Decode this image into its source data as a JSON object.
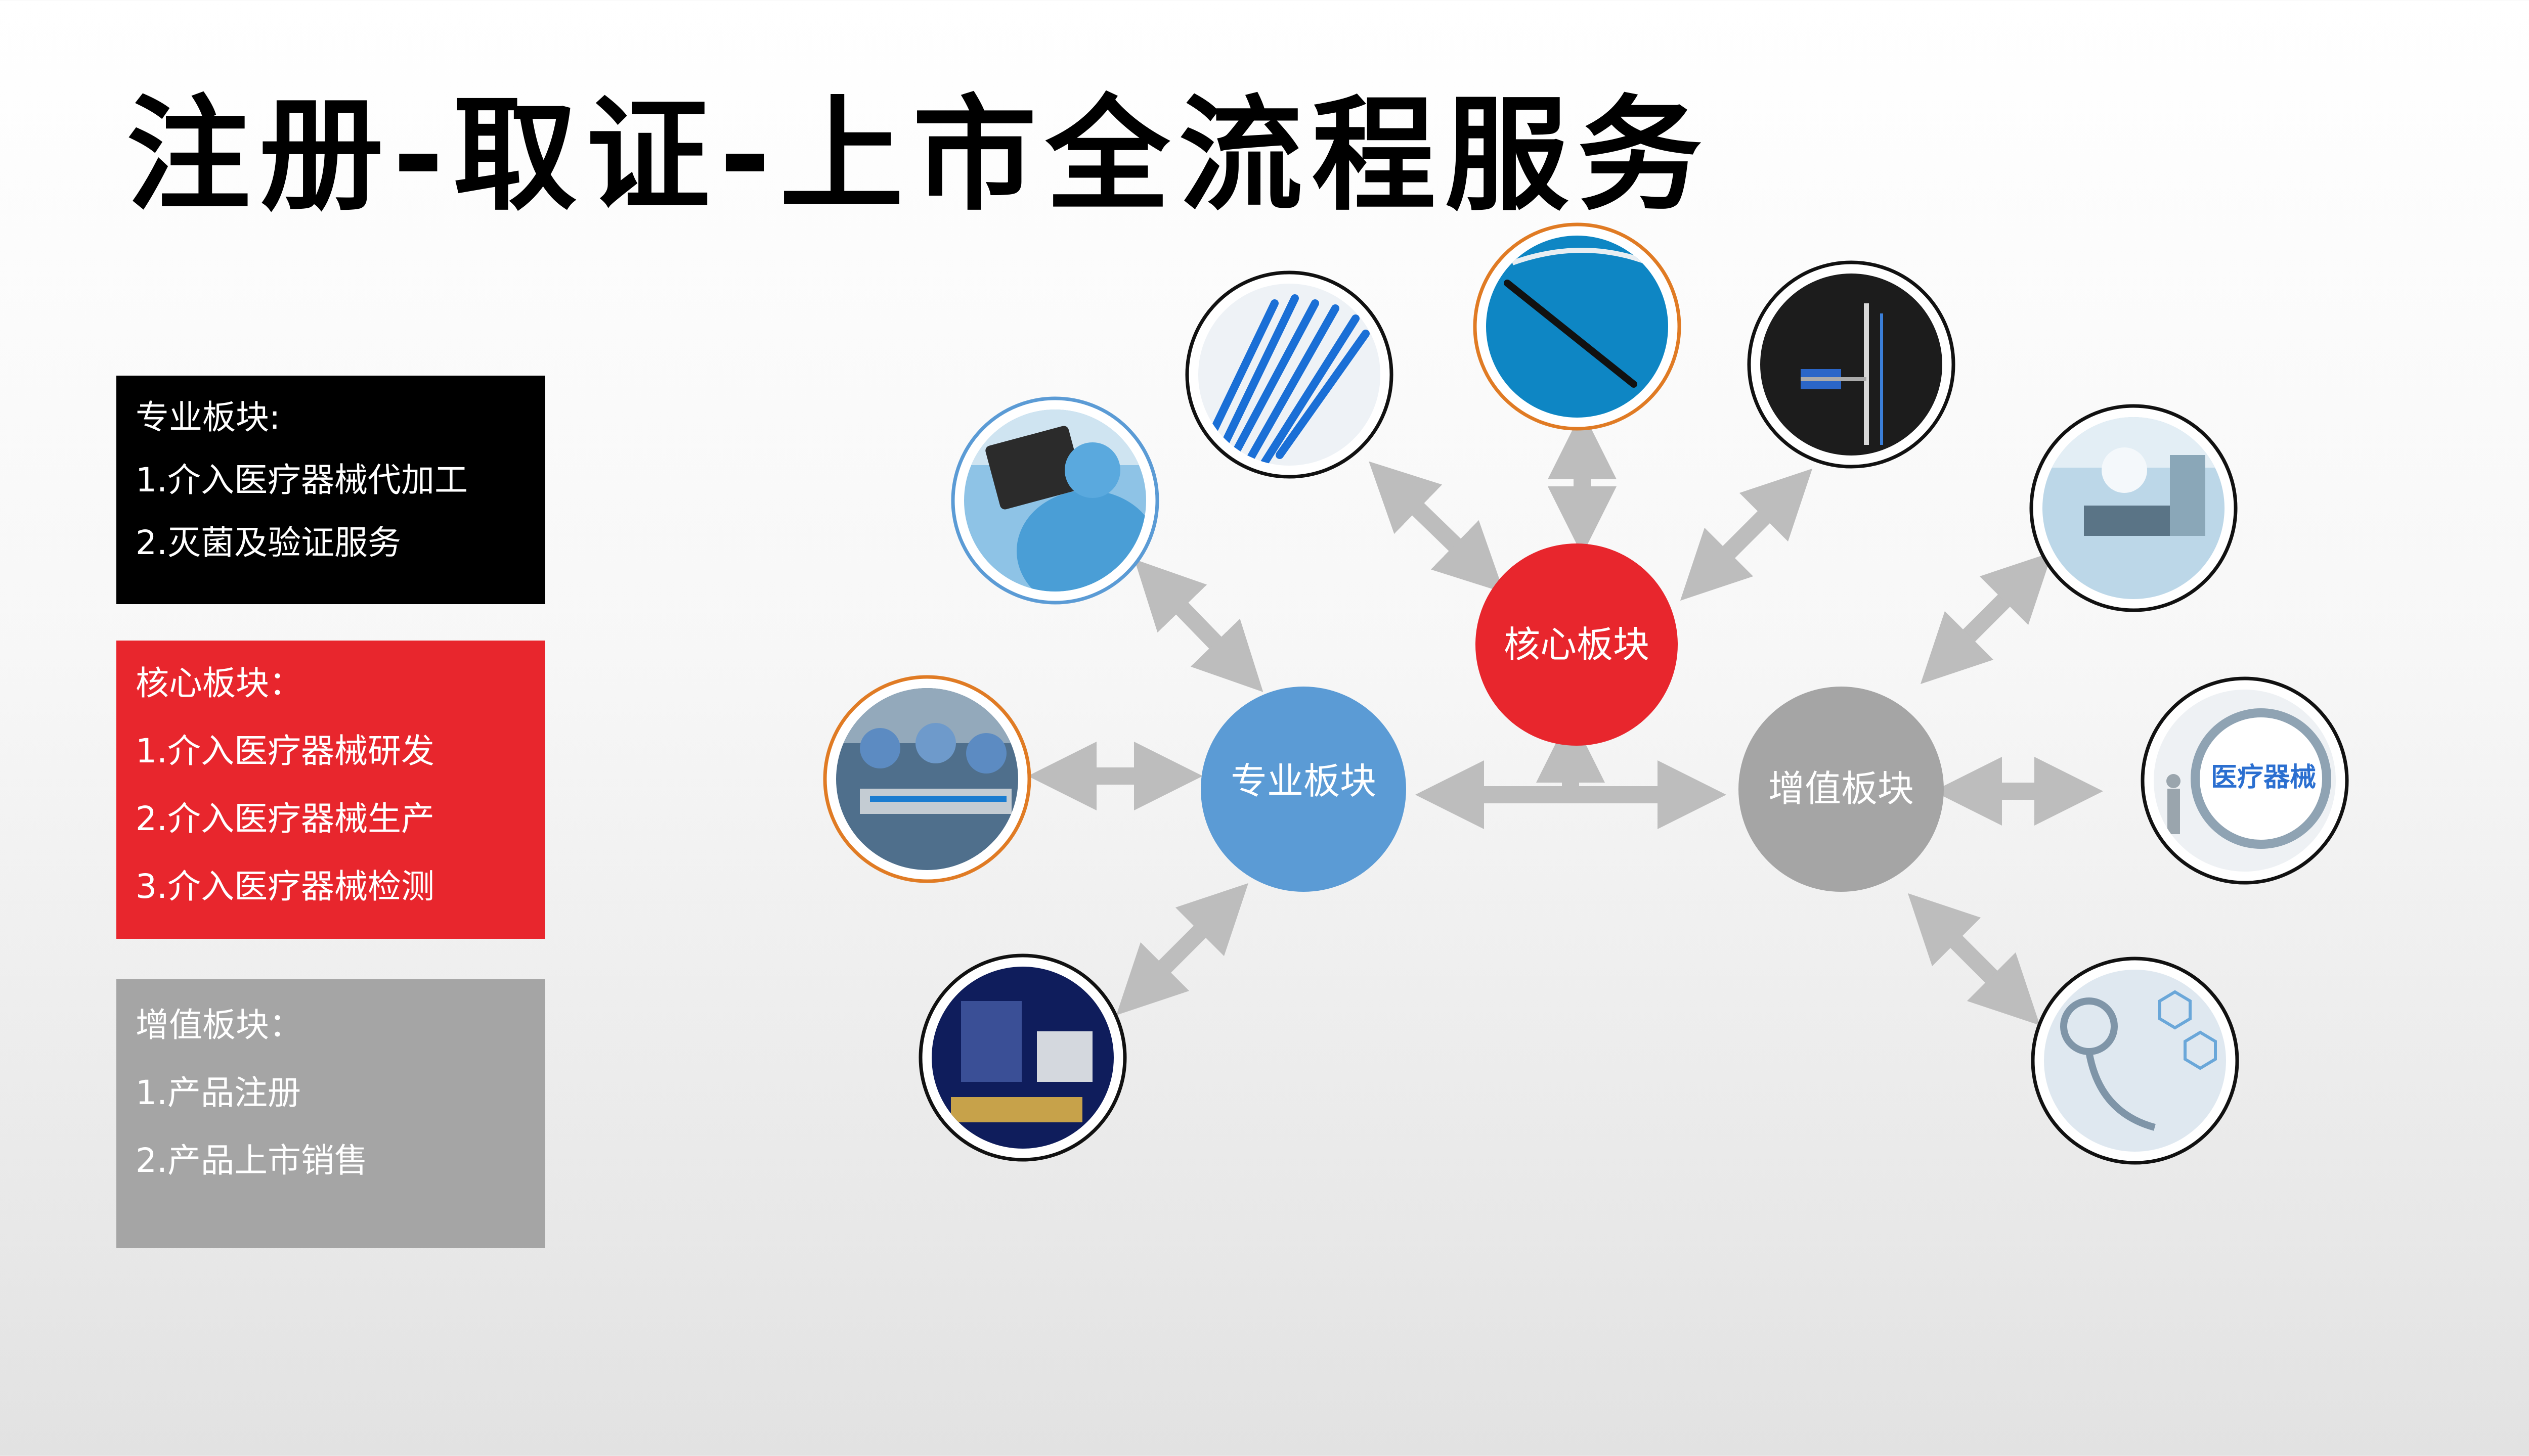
{
  "title": "注册-取证-上市全流程服务",
  "colors": {
    "professional": "#5b9bd5",
    "core": "#e8262d",
    "value_added": "#a5a5a5",
    "arrow": "#bdbdbd",
    "ring_orange": "#e07b24",
    "ring_dark": "#111111",
    "ring_blue": "#5b9bd5"
  },
  "boxes": {
    "professional": {
      "heading": "专业板块:",
      "items": [
        "1.介入医疗器械代加工",
        "2.灭菌及验证服务"
      ]
    },
    "core": {
      "heading": "核心板块：",
      "items": [
        "1.介入医疗器械研发",
        "2.介入医疗器械生产",
        "3.介入医疗器械检测"
      ]
    },
    "value_added": {
      "heading": "增值板块：",
      "items": [
        "1.产品注册",
        "2.产品上市销售"
      ]
    }
  },
  "nodes": {
    "professional": "专业板块",
    "core": "核心板块",
    "value_added": "增值板块"
  },
  "images": {
    "medical_device_sign": "医疗器械"
  }
}
